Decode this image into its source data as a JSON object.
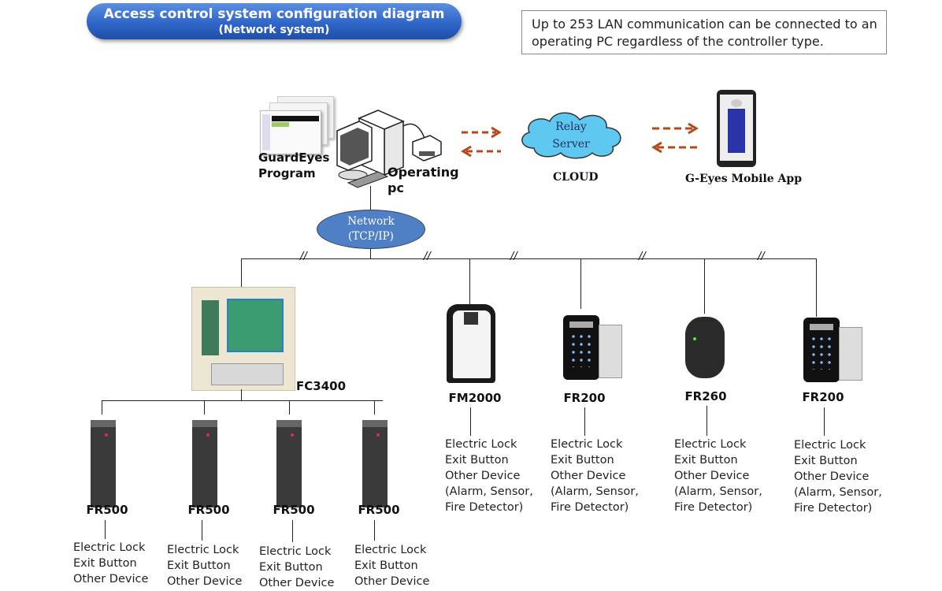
{
  "header": {
    "title": "Access control system configuration diagram",
    "subtitle": "(Network system)"
  },
  "note": "Up to 253 LAN communication can be connected to an operating PC regardless of the controller type.",
  "top": {
    "program_label_1": "GuardEyes",
    "program_label_2": "Program",
    "pc_label_1": "Operating",
    "pc_label_2": "pc",
    "cloud_text_1": "Relay",
    "cloud_text_2": "Server",
    "cloud_label": "CLOUD",
    "mobile_label": "G-Eyes Mobile App",
    "network_1": "Network",
    "network_2": "(TCP/IP)"
  },
  "colors": {
    "title_blue": "#2f66c8",
    "cloud_fill": "#5ec8f0",
    "network_fill": "#4f7fc4",
    "arrow": "#b5491a"
  },
  "controller": {
    "name": "FC3400"
  },
  "fr500_readers": [
    {
      "name": "FR500",
      "io": [
        "Electric Lock",
        "Exit Button",
        "Other Device"
      ]
    },
    {
      "name": "FR500",
      "io": [
        "Electric Lock",
        "Exit Button",
        "Other Device"
      ]
    },
    {
      "name": "FR500",
      "io": [
        "Electric Lock",
        "Exit Button",
        "Other Device"
      ]
    },
    {
      "name": "FR500",
      "io": [
        "Electric Lock",
        "Exit Button",
        "Other Device"
      ]
    }
  ],
  "network_devices": [
    {
      "name": "FM2000",
      "io": [
        "Electric Lock",
        "Exit Button",
        "Other Device",
        "(Alarm, Sensor,",
        "Fire Detector)"
      ]
    },
    {
      "name": "FR200",
      "io": [
        "Electric Lock",
        "Exit Button",
        "Other Device",
        "(Alarm, Sensor,",
        "Fire Detector)"
      ]
    },
    {
      "name": "FR260",
      "io": [
        "Electric Lock",
        "Exit Button",
        "Other Device",
        "(Alarm, Sensor,",
        "Fire Detector)"
      ]
    },
    {
      "name": "FR200",
      "io": [
        "Electric Lock",
        "Exit Button",
        "Other Device",
        "(Alarm, Sensor,",
        "Fire Detector)"
      ]
    }
  ],
  "break_mark": "//"
}
